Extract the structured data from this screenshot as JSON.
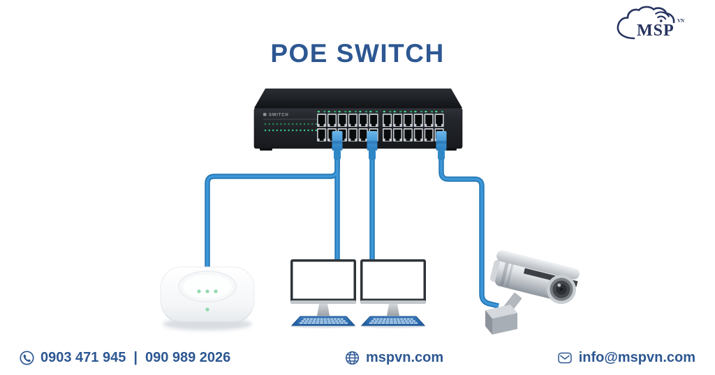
{
  "title": "POE SWITCH",
  "logo": {
    "brand": "MSP",
    "superscript": "VN"
  },
  "diagram": {
    "switch": {
      "name": "poe-switch",
      "brand_label": "SWITCH",
      "port_count": 24
    },
    "devices": [
      {
        "name": "wireless-access-point"
      },
      {
        "name": "desktop-computer-1"
      },
      {
        "name": "desktop-computer-2"
      },
      {
        "name": "cctv-camera"
      }
    ],
    "cable_color": "#2e86c5"
  },
  "footer": {
    "phone": {
      "icon": "phone-icon",
      "number1": "0903 471 945",
      "separator": "|",
      "number2": "090 989 2026"
    },
    "website": {
      "icon": "globe-icon",
      "label": "mspvn.com"
    },
    "email": {
      "icon": "email-icon",
      "label": "info@mspvn.com"
    }
  },
  "colors": {
    "heading": "#2d5792",
    "footer_text": "#2d5792",
    "logo_navy": "#27335f",
    "cable": "#2e86c5"
  }
}
